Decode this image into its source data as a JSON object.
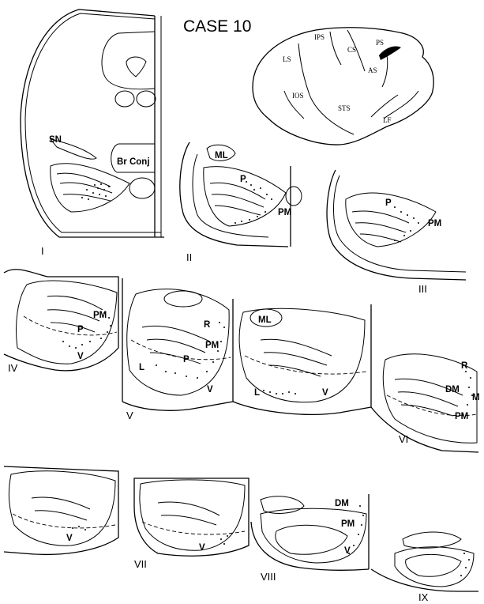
{
  "title": "CASE 10",
  "sulci": {
    "ips": "IPS",
    "ps": "PS",
    "ls": "LS",
    "cs": "CS",
    "as": "AS",
    "ios": "IOS",
    "sts": "STS",
    "lf": "LF"
  },
  "sections": [
    {
      "numeral": "I",
      "labels": {
        "sn": "SN",
        "brconj": "Br Conj"
      }
    },
    {
      "numeral": "II",
      "labels": {
        "ml": "ML",
        "p": "P",
        "pm": "PM"
      }
    },
    {
      "numeral": "III",
      "labels": {
        "p": "P",
        "pm": "PM"
      }
    },
    {
      "numeral": "IV",
      "labels": {
        "pm": "PM",
        "p": "P",
        "v": "V"
      }
    },
    {
      "numeral": "V",
      "labels": {
        "r": "R",
        "pm": "PM",
        "p": "P",
        "l": "L",
        "v": "V"
      }
    },
    {
      "numeral": "",
      "labels": {
        "ml": "ML",
        "l": "L",
        "v": "V"
      }
    },
    {
      "numeral": "VI",
      "labels": {
        "r": "R",
        "dm": "DM",
        "m": "M",
        "pm": "PM"
      }
    },
    {
      "numeral": "VII",
      "labels": {
        "v_a": "V",
        "v_b": "V"
      }
    },
    {
      "numeral": "VIII",
      "labels": {
        "dm": "DM",
        "pm": "PM",
        "v": "V"
      }
    },
    {
      "numeral": "IX",
      "labels": {}
    }
  ]
}
